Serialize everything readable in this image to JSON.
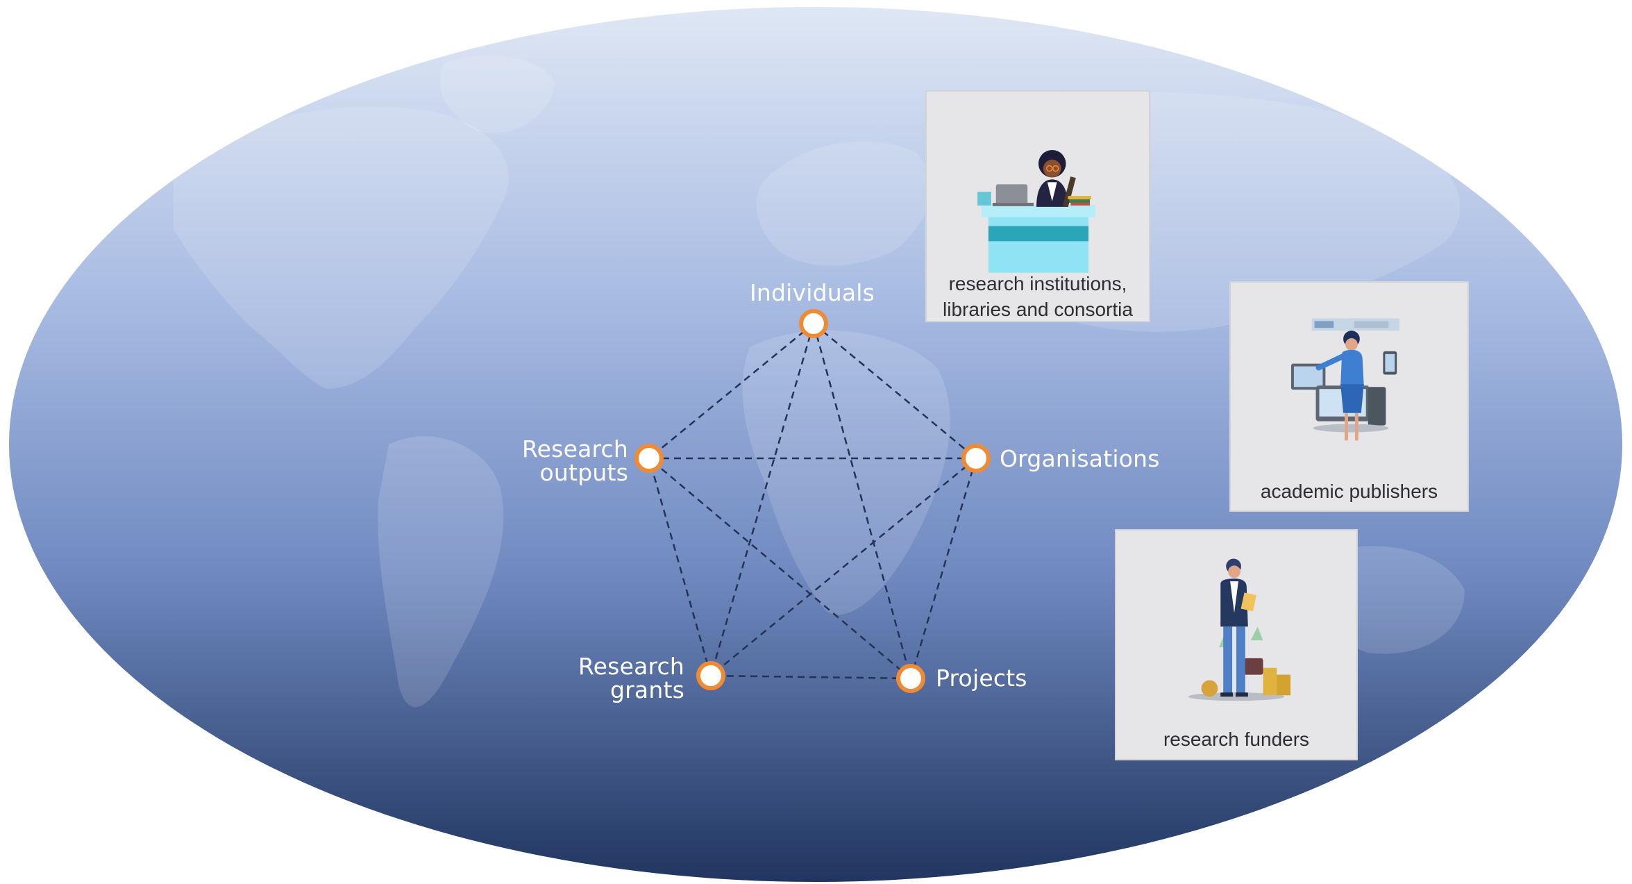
{
  "diagram": {
    "nodes": [
      {
        "id": "individuals",
        "label_lines": [
          "Individuals"
        ]
      },
      {
        "id": "organisations",
        "label_lines": [
          "Organisations"
        ]
      },
      {
        "id": "projects",
        "label_lines": [
          "Projects"
        ]
      },
      {
        "id": "research_grants",
        "label_lines": [
          "Research",
          "grants"
        ]
      },
      {
        "id": "research_outputs",
        "label_lines": [
          "Research",
          "outputs"
        ]
      }
    ],
    "edges": [
      [
        "individuals",
        "organisations"
      ],
      [
        "individuals",
        "projects"
      ],
      [
        "individuals",
        "research_grants"
      ],
      [
        "individuals",
        "research_outputs"
      ],
      [
        "organisations",
        "projects"
      ],
      [
        "organisations",
        "research_grants"
      ],
      [
        "organisations",
        "research_outputs"
      ],
      [
        "projects",
        "research_grants"
      ],
      [
        "projects",
        "research_outputs"
      ],
      [
        "research_grants",
        "research_outputs"
      ]
    ]
  },
  "cards": [
    {
      "id": "institutions",
      "caption_lines": [
        "research institutions,",
        "libraries and consortia"
      ],
      "illustration": "person-at-desk-icon"
    },
    {
      "id": "publishers",
      "caption_lines": [
        "academic publishers"
      ],
      "illustration": "presenter-with-devices-icon"
    },
    {
      "id": "funders",
      "caption_lines": [
        "research funders"
      ],
      "illustration": "investor-with-coins-icon"
    }
  ],
  "colors": {
    "globe_top": "#dde6f4",
    "globe_mid": "#7f99cd",
    "globe_bottom": "#253a68",
    "node_ring": "#f08a33",
    "node_fill": "#ffffff",
    "edge": "#233356",
    "land": "#c8d6ee"
  }
}
